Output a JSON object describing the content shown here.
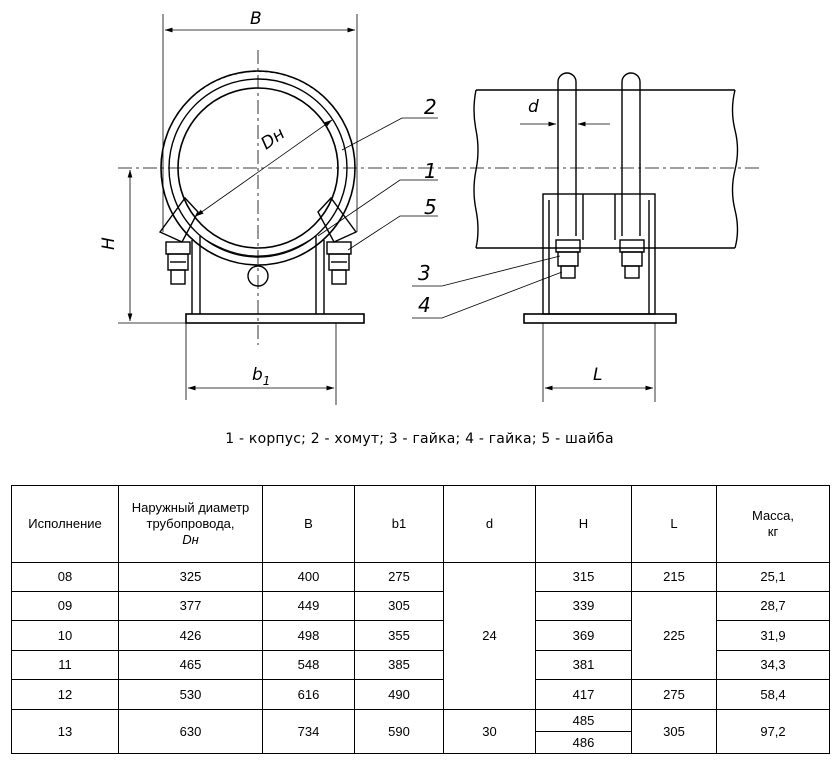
{
  "drawing": {
    "dims": {
      "B": "B",
      "Dn": "Dн",
      "H": "H",
      "b1_base": "b",
      "b1_sub": "1",
      "d": "d",
      "L": "L"
    },
    "callouts": [
      "1",
      "2",
      "3",
      "4",
      "5"
    ]
  },
  "caption": "1 - корпус; 2 - хомут; 3 - гайка; 4 - гайка; 5 - шайба",
  "table": {
    "headers": {
      "ispolnenie": "Исполнение",
      "diameter_l1": "Наружный диаметр",
      "diameter_l2": "трубопровода,",
      "diameter_l3": "Dн",
      "B": "B",
      "b1": "b1",
      "d": "d",
      "H": "H",
      "L": "L",
      "mass_l1": "Масса,",
      "mass_l2": "кг"
    },
    "rows": [
      {
        "isp": "08",
        "dn": "325",
        "B": "400",
        "b1": "275",
        "H": "315",
        "L": "215",
        "m": "25,1"
      },
      {
        "isp": "09",
        "dn": "377",
        "B": "449",
        "b1": "305",
        "H": "339",
        "m": "28,7"
      },
      {
        "isp": "10",
        "dn": "426",
        "B": "498",
        "b1": "355",
        "H": "369",
        "m": "31,9"
      },
      {
        "isp": "11",
        "dn": "465",
        "B": "548",
        "b1": "385",
        "H": "381",
        "m": "34,3"
      },
      {
        "isp": "12",
        "dn": "530",
        "B": "616",
        "b1": "490",
        "H": "417",
        "L": "275",
        "m": "58,4"
      },
      {
        "isp": "13",
        "dn": "630",
        "B": "734",
        "b1": "590",
        "H_a": "485",
        "H_b": "486",
        "L": "305",
        "m": "97,2"
      }
    ],
    "merged": {
      "d_24": "24",
      "d_30": "30",
      "L_225": "225"
    }
  }
}
